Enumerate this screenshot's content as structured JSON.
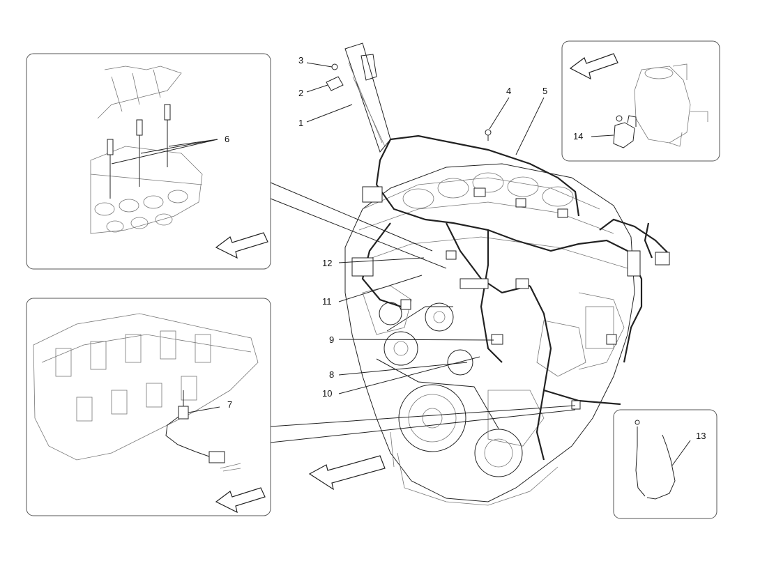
{
  "callouts": {
    "c1": "1",
    "c2": "2",
    "c3": "3",
    "c4": "4",
    "c5": "5",
    "c6": "6",
    "c7": "7",
    "c8": "8",
    "c9": "9",
    "c10": "10",
    "c11": "11",
    "c12": "12",
    "c13": "13",
    "c14": "14"
  },
  "colors": {
    "line": "#222222",
    "panel_border": "#555555",
    "arrow_fill": "#ffffff"
  },
  "icons": {
    "direction_arrow": "arrow-left-down-icon"
  }
}
